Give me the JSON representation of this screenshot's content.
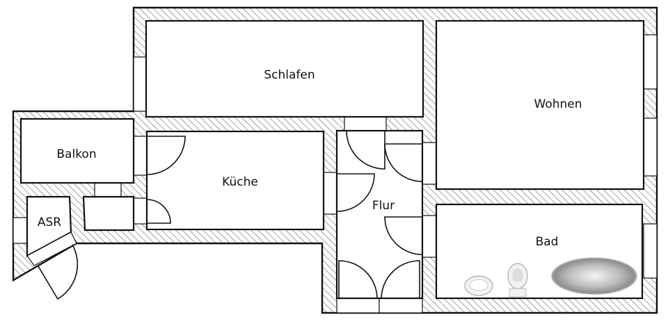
{
  "rooms": {
    "schlafen": "Schlafen",
    "wohnen": "Wohnen",
    "balkon": "Balkon",
    "kueche": "Küche",
    "flur": "Flur",
    "bad": "Bad",
    "asr": "ASR"
  },
  "colors": {
    "wall_line": "#111111",
    "hatch": "#555555",
    "background": "#ffffff"
  },
  "fixtures": [
    "sink-icon",
    "toilet-icon",
    "bathtub-icon"
  ]
}
